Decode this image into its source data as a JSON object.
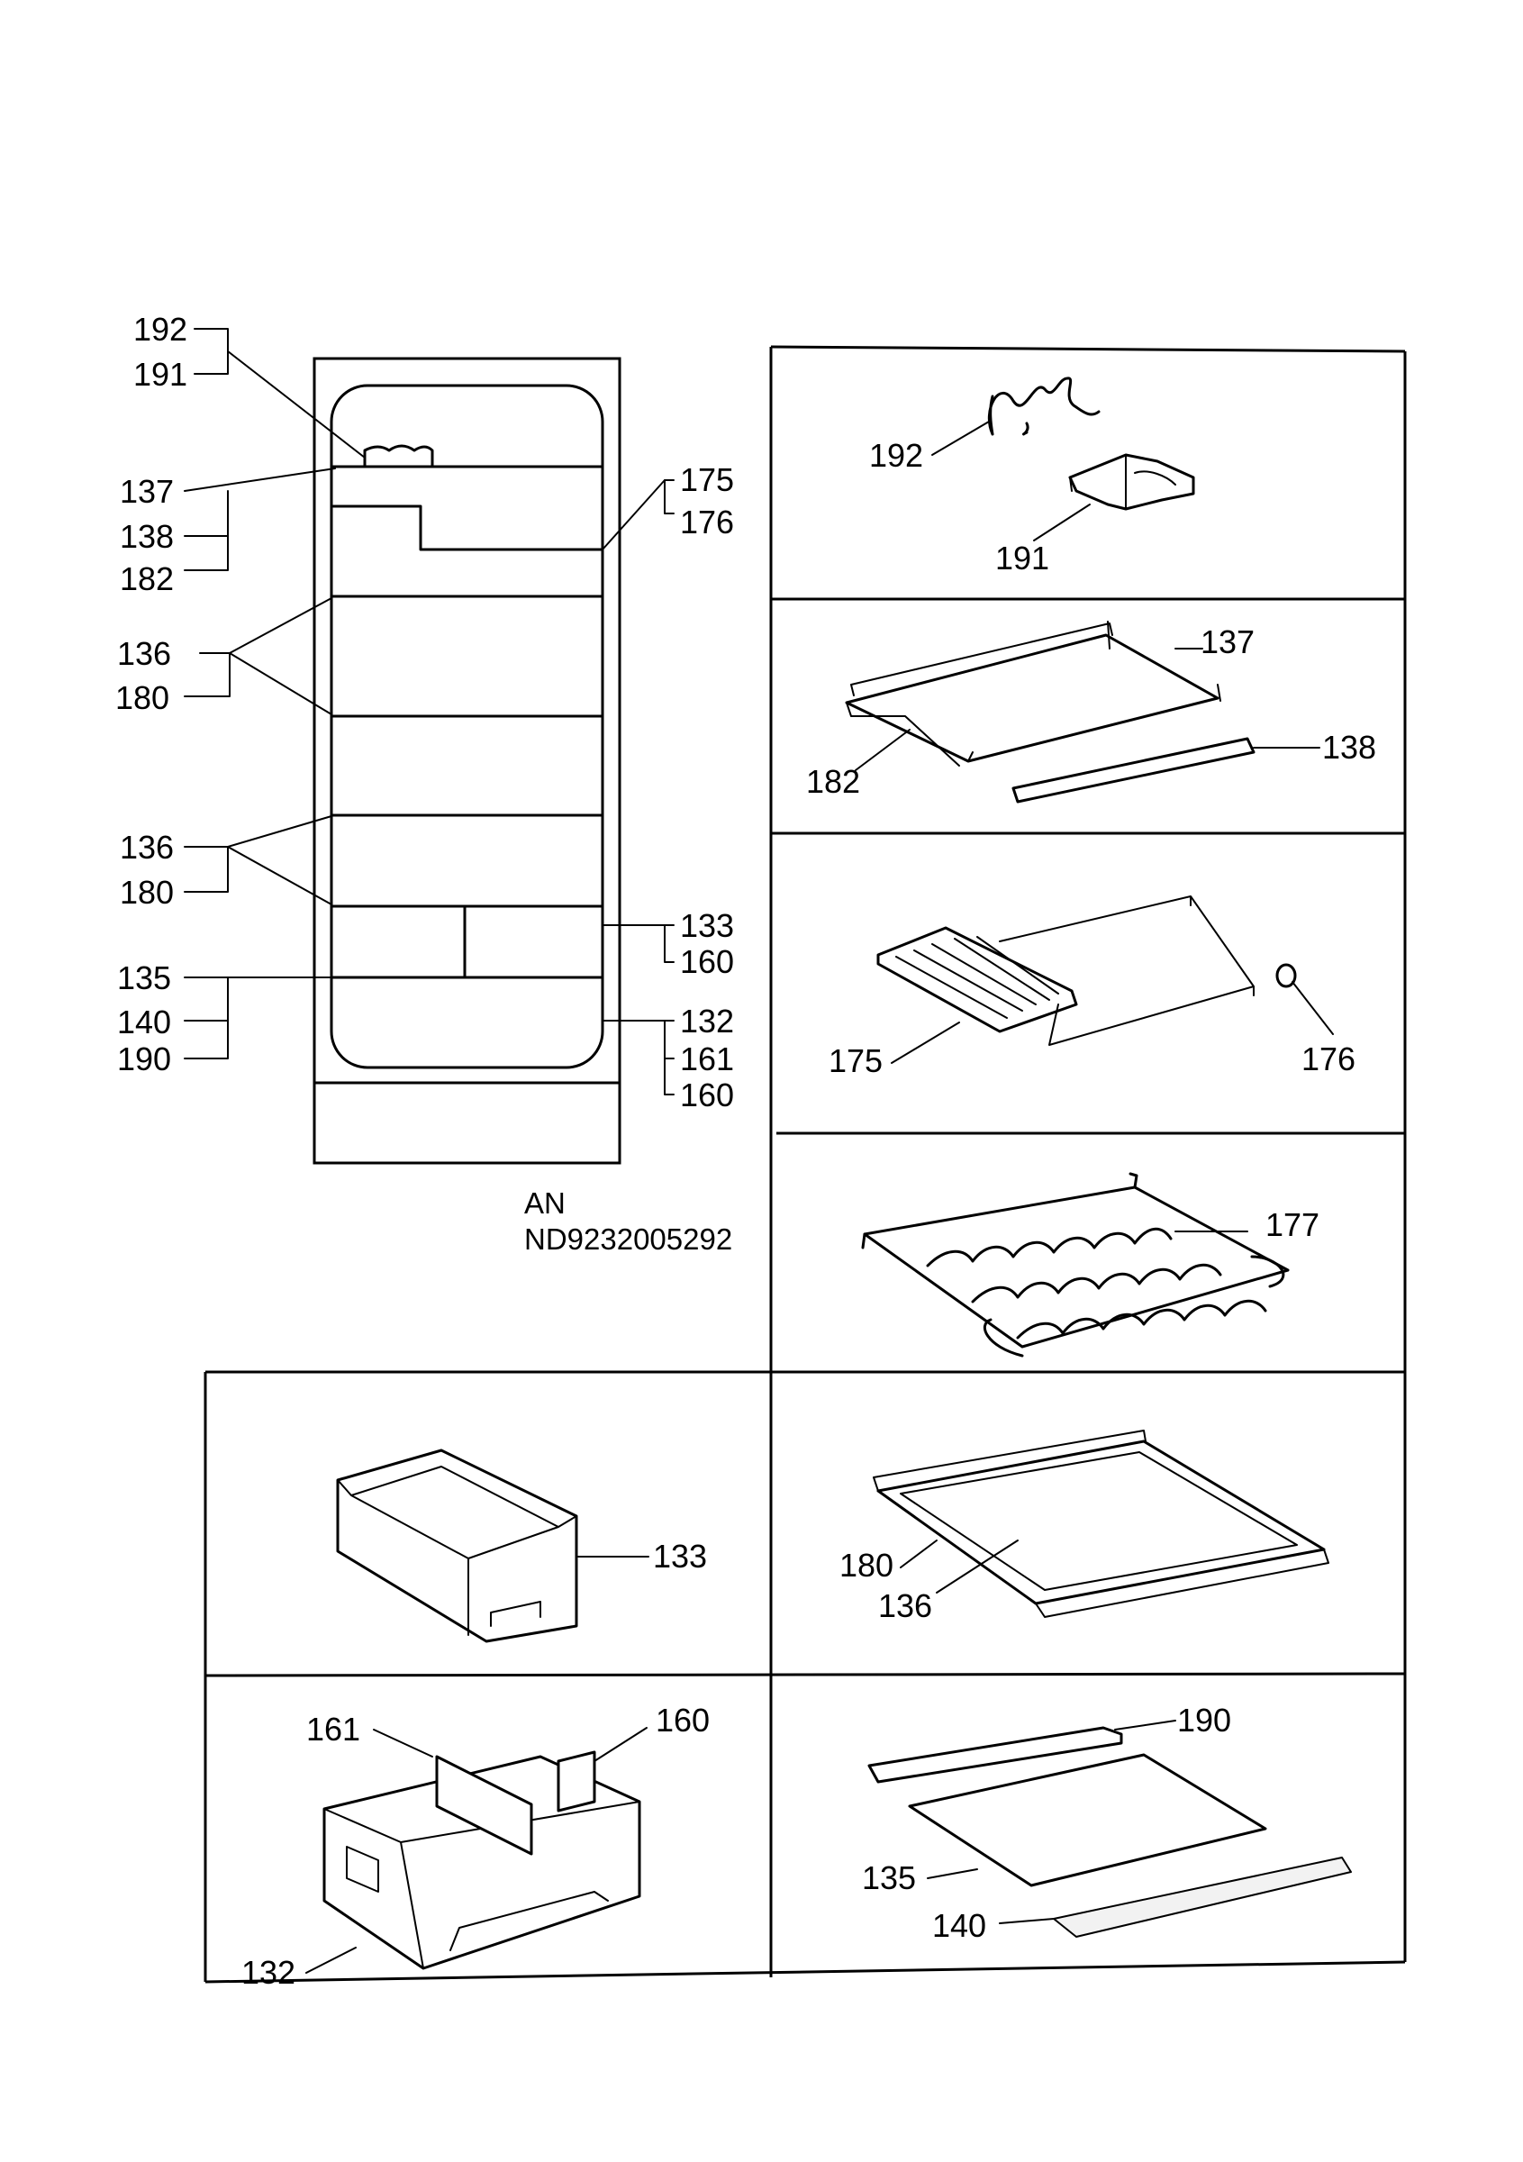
{
  "model": {
    "line1": "AN",
    "line2": "ND9232005292"
  },
  "labels": {
    "l192": "192",
    "l191": "191",
    "l137": "137",
    "l138": "138",
    "l182": "182",
    "l175": "175",
    "l176": "176",
    "l136a": "136",
    "l180a": "180",
    "l136b": "136",
    "l180b": "180",
    "l133": "133",
    "l160a": "160",
    "l135": "135",
    "l140": "140",
    "l190": "190",
    "l132": "132",
    "l161": "161",
    "l160b": "160"
  },
  "panels": {
    "p1": {
      "a": "192",
      "b": "191"
    },
    "p2": {
      "a": "137",
      "b": "182",
      "c": "138"
    },
    "p3": {
      "a": "175",
      "b": "176"
    },
    "p4": {
      "a": "177"
    },
    "p5": {
      "a": "133"
    },
    "p6": {
      "a": "180",
      "b": "136"
    },
    "p7": {
      "a": "161",
      "b": "160",
      "c": "132"
    },
    "p8": {
      "a": "190",
      "b": "135",
      "c": "140"
    }
  }
}
